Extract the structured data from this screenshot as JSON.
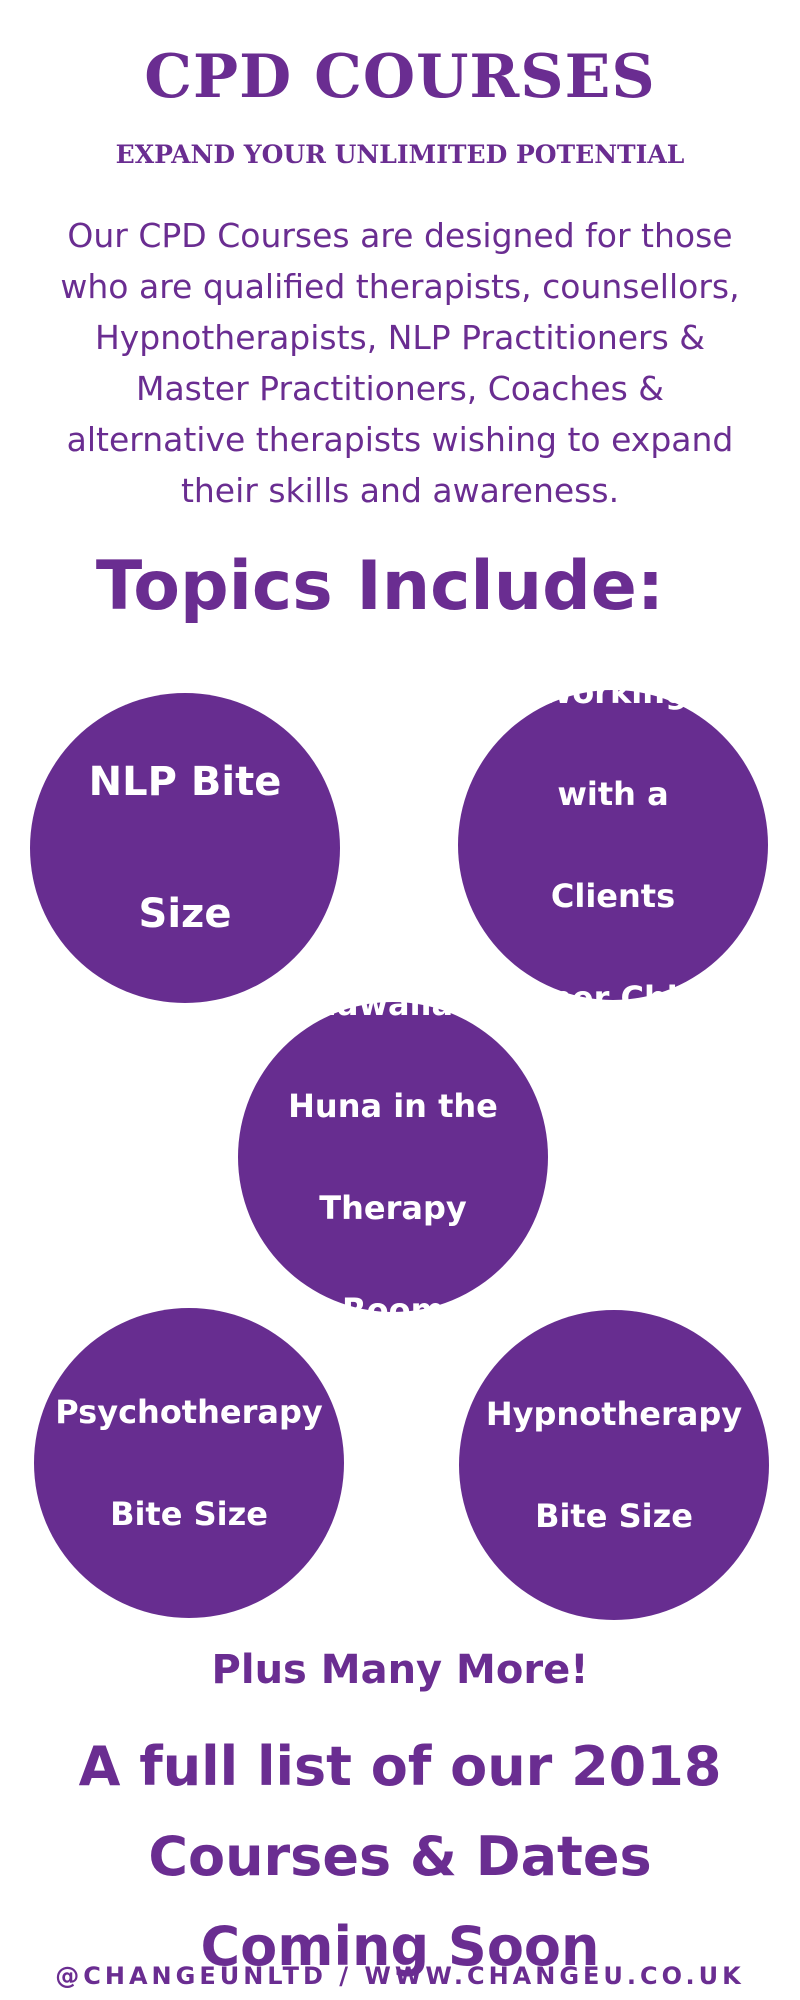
{
  "header": {
    "title": "CPD COURSES",
    "subtitle": "EXPAND YOUR UNLIMITED POTENTIAL"
  },
  "intro": {
    "lines": [
      "Our CPD Courses are designed for those",
      "who are qualified therapists, counsellors,",
      "Hypnotherapists, NLP Practitioners &",
      "Master Practitioners, Coaches &",
      "alternative therapists wishing to expand",
      "their skills and awareness."
    ]
  },
  "topics": {
    "heading": "Topics Include:",
    "items": [
      {
        "lines": [
          "NLP Bite",
          "Size"
        ]
      },
      {
        "lines": [
          "Working",
          "with a",
          "Clients",
          "Inner Child"
        ]
      },
      {
        "lines": [
          "Hawaiian",
          "Huna in the",
          "Therapy",
          "Room"
        ]
      },
      {
        "lines": [
          "Psychotherapy",
          "Bite Size"
        ]
      },
      {
        "lines": [
          "Hypnotherapy",
          "Bite Size"
        ]
      }
    ]
  },
  "closing": {
    "plus_more": "Plus Many More!",
    "full_list_lines": [
      "A full list of our 2018",
      "Courses & Dates",
      "Coming Soon"
    ]
  },
  "footer": {
    "text": "@CHANGEUNLTD / WWW.CHANGEU.CO.UK"
  },
  "colors": {
    "brand_purple": "#6a2d91",
    "circle_fill": "#672d90",
    "background": "#ffffff"
  }
}
